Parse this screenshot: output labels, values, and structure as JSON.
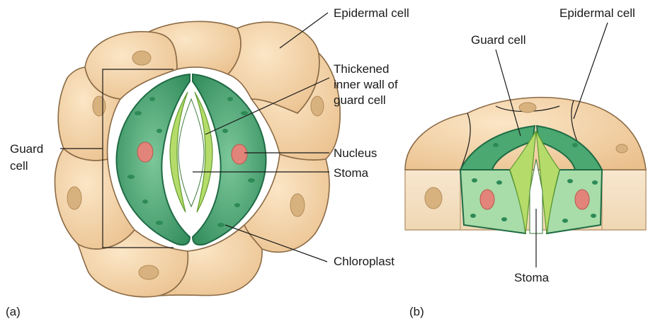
{
  "panel_a": {
    "tag": "(a)",
    "labels": {
      "epidermal_cell": "Epidermal cell",
      "thickened_wall_line1": "Thickened",
      "thickened_wall_line2": "inner wall of",
      "thickened_wall_line3": "guard cell",
      "nucleus": "Nucleus",
      "stoma": "Stoma",
      "chloroplast": "Chloroplast",
      "guard_cell_line1": "Guard",
      "guard_cell_line2": "cell"
    }
  },
  "panel_b": {
    "tag": "(b)",
    "labels": {
      "epidermal_cell": "Epidermal cell",
      "guard_cell": "Guard cell",
      "stoma": "Stoma"
    }
  },
  "colors": {
    "epidermal_fill": "#f3d2a6",
    "epidermal_nucleus": "#d8b27e",
    "guard_cell_dark": "#3fa06a",
    "guard_cell_light": "#a8dca8",
    "thickened_wall": "#b5dc6a",
    "guard_nucleus": "#e2847a",
    "chloroplast": "#2d8a56"
  }
}
